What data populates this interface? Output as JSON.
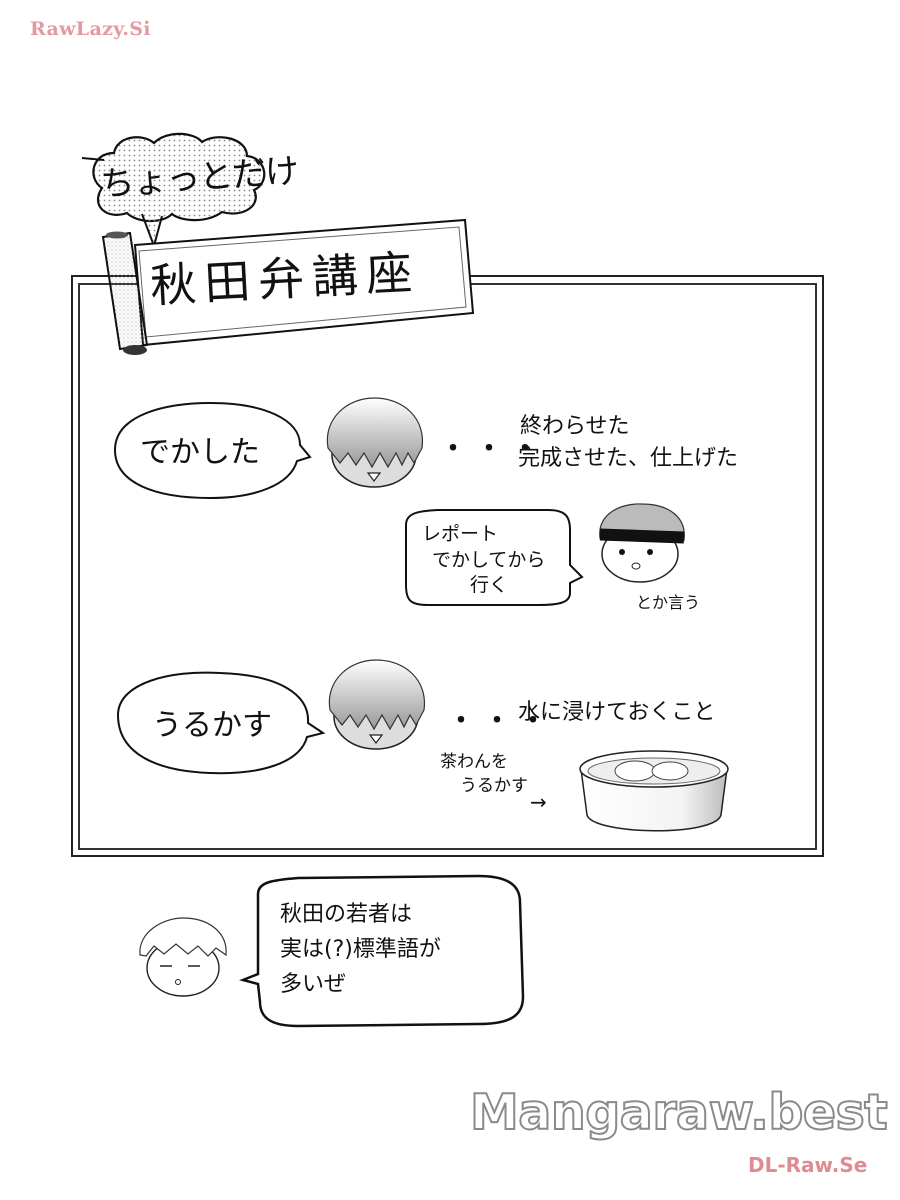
{
  "watermarks": {
    "top_left": "RawLazy.Si",
    "center": "Mangaraw.best",
    "bottom_right": "DL-Raw.Se"
  },
  "header": {
    "cloud_caption": "ちょっとだけ",
    "banner_title": "秋田弁講座"
  },
  "entries": [
    {
      "word": "でかした",
      "ellipsis": "・・・",
      "meaning_lines": [
        "終わらせた",
        "完成させた、仕上げた"
      ],
      "example": {
        "lines": [
          "レポート",
          "でかしてから",
          "行く"
        ],
        "caption": "とか言う"
      }
    },
    {
      "word": "うるかす",
      "ellipsis": "・・・",
      "meaning_lines": [
        "水に浸けておくこと"
      ],
      "example": {
        "lines": [
          "茶わんを",
          "うるかす"
        ],
        "arrow": "→"
      }
    }
  ],
  "footer_note": {
    "lines": [
      "秋田の若者は",
      "実は(?)標準語が",
      "多いぜ"
    ]
  },
  "colors": {
    "watermark_pink": "#e39aa0",
    "ink": "#111111",
    "paper": "#ffffff"
  }
}
